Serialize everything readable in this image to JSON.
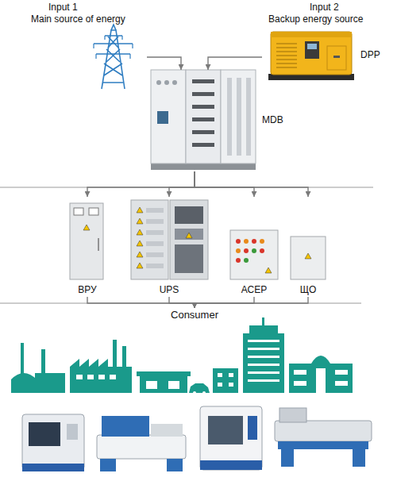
{
  "diagram": {
    "nodes": [
      {
        "text": [
          "Input 1",
          "Main source of energy"
        ]
      },
      {
        "text": [
          "Input 2",
          "Backup energy source",
          "DPP"
        ]
      },
      {
        "text": [
          "MDB"
        ]
      },
      {
        "text": [
          "ВРУ"
        ]
      },
      {
        "text": [
          "UPS"
        ]
      },
      {
        "text": [
          "АСЕР"
        ]
      },
      {
        "text": [
          "ЩО"
        ]
      },
      {
        "text": [
          "Consumer"
        ]
      }
    ],
    "edges": [
      {
        "from": 0,
        "to": 2,
        "arrow": "to"
      },
      {
        "from": 1,
        "to": 2,
        "arrow": "to"
      },
      {
        "from": 2,
        "to": 3,
        "arrow": "to"
      },
      {
        "from": 2,
        "to": 4,
        "arrow": "to"
      },
      {
        "from": 2,
        "to": 5,
        "arrow": "to"
      },
      {
        "from": 2,
        "to": 6,
        "arrow": "to"
      },
      {
        "from": 3,
        "to": 7,
        "arrow": "to"
      },
      {
        "from": 4,
        "to": 7,
        "arrow": "to"
      },
      {
        "from": 5,
        "to": 7,
        "arrow": "to"
      },
      {
        "from": 6,
        "to": 7,
        "arrow": "to"
      }
    ]
  }
}
